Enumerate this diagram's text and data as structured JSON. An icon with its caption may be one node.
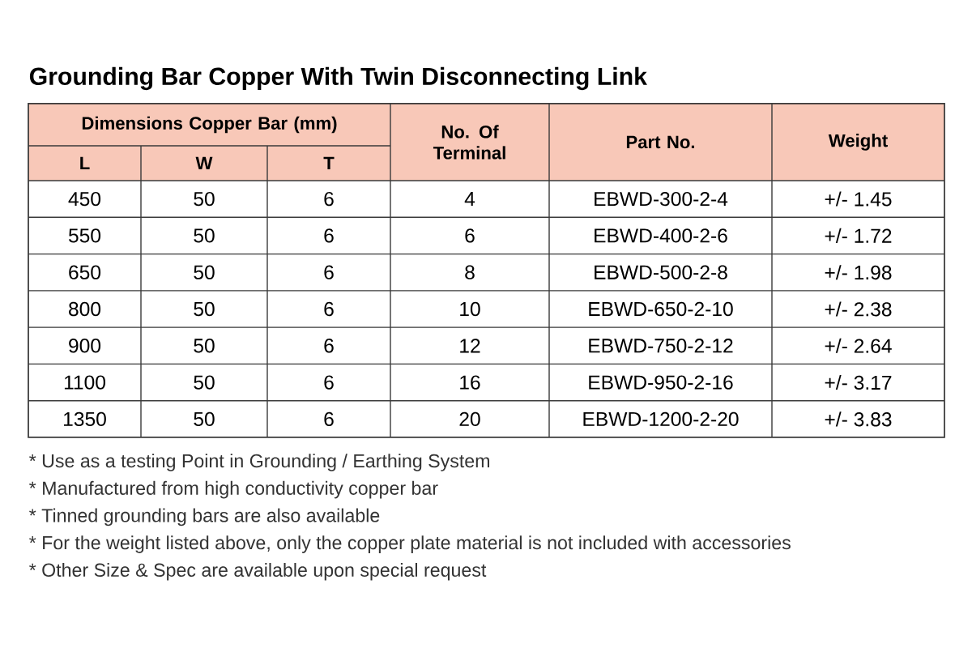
{
  "diagram": {
    "title": "Grounding Bar Copper With Twin Disconnecting Link",
    "labels": [
      "Dimensions Copper Bar (mm)",
      "No. Of Terminal",
      "Part No.",
      "Weight",
      "L",
      "W",
      "T",
      "450",
      "50",
      "6",
      "4",
      "EBWD-300-2-4",
      "+/- 1.45",
      "550",
      "50",
      "6",
      "6",
      "EBWD-400-2-6",
      "+/- 1.72",
      "650",
      "50",
      "6",
      "8",
      "EBWD-500-2-8",
      "+/- 1.98",
      "800",
      "50",
      "6",
      "10",
      "EBWD-650-2-10",
      "+/- 2.38",
      "900",
      "50",
      "6",
      "12",
      "EBWD-750-2-12",
      "+/- 2.64",
      "1100",
      "50",
      "6",
      "16",
      "EBWD-950-2-16",
      "+/- 3.17",
      "1350",
      "50",
      "6",
      "20",
      "EBWD-1200-2-20",
      "+/- 3.83",
      "* Use as a testing Point in Grounding / Earthing System",
      "* Manufactured from high conductivity copper bar",
      "* Tinned grounding bars are also available",
      "* For the weight listed above, only the copper plate material  is not included with accessories",
      "* Other Size & Spec are available upon special request"
    ]
  }
}
